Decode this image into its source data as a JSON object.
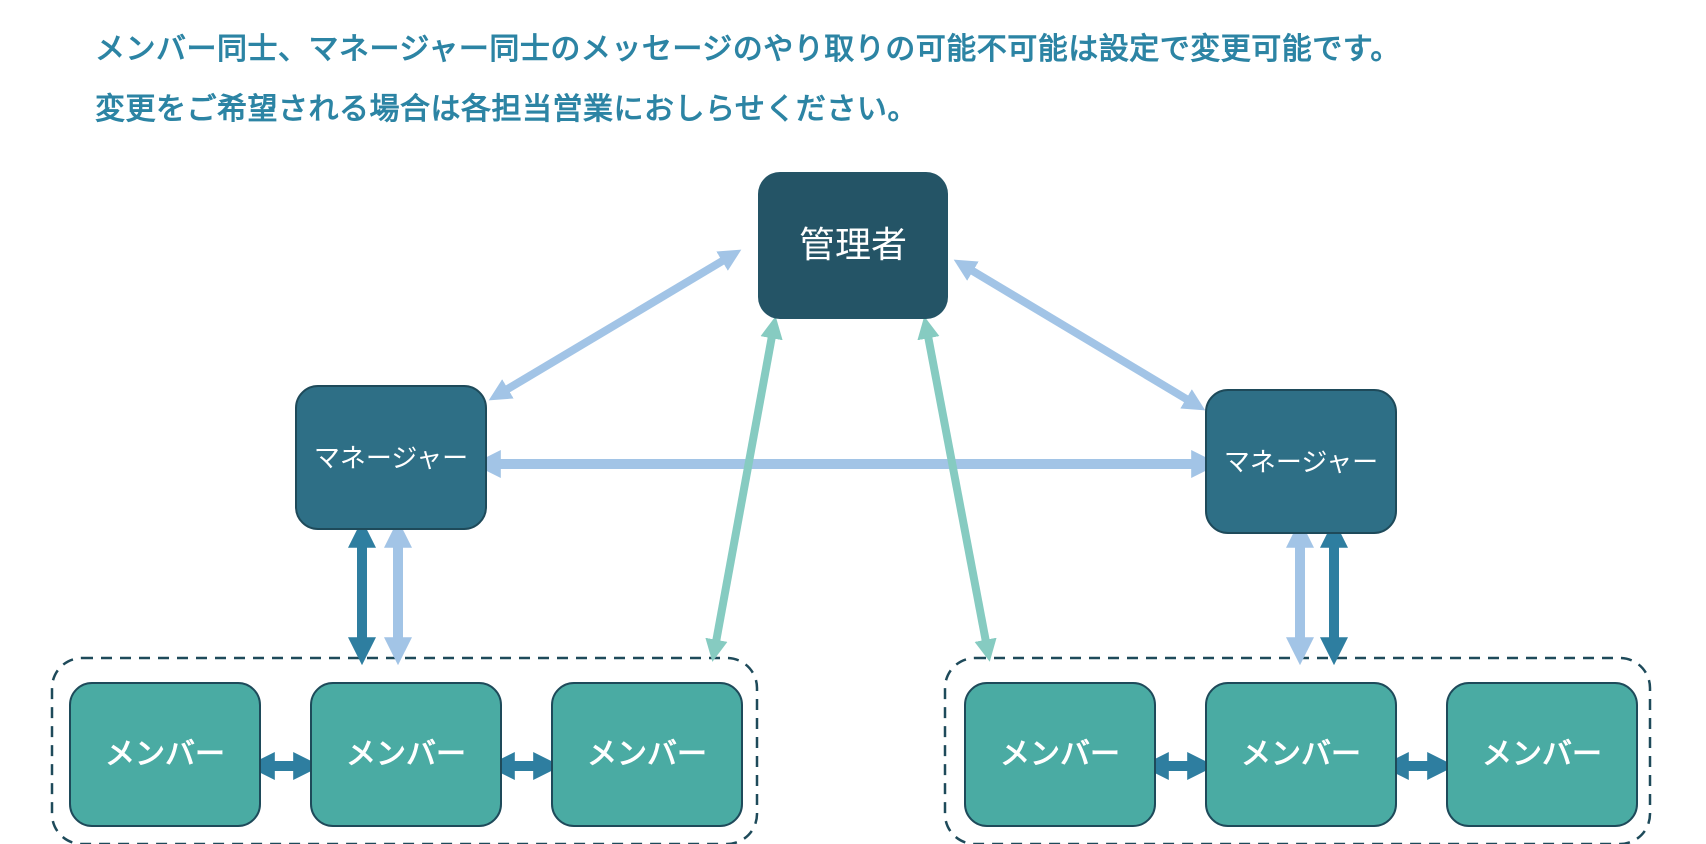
{
  "notice": {
    "line1": "メンバー同士、マネージャー同士のメッセージのやり取りの可能不可能は設定で変更可能です。",
    "line2": "変更をご希望される場合は各担当営業におしらせください。"
  },
  "nodes": {
    "admin": "管理者",
    "manager_left": "マネージャー",
    "manager_right": "マネージャー",
    "member": "メンバー"
  },
  "colors": {
    "text_blue": "#2c84a4",
    "admin_fill": "#245466",
    "manager_fill": "#2e6f86",
    "member_fill": "#4aaba3",
    "border_dark": "#1e4a5a",
    "arrow_light_blue": "#a2c4e6",
    "arrow_dark_blue": "#2e7ea0",
    "arrow_teal": "#86cbc1"
  }
}
